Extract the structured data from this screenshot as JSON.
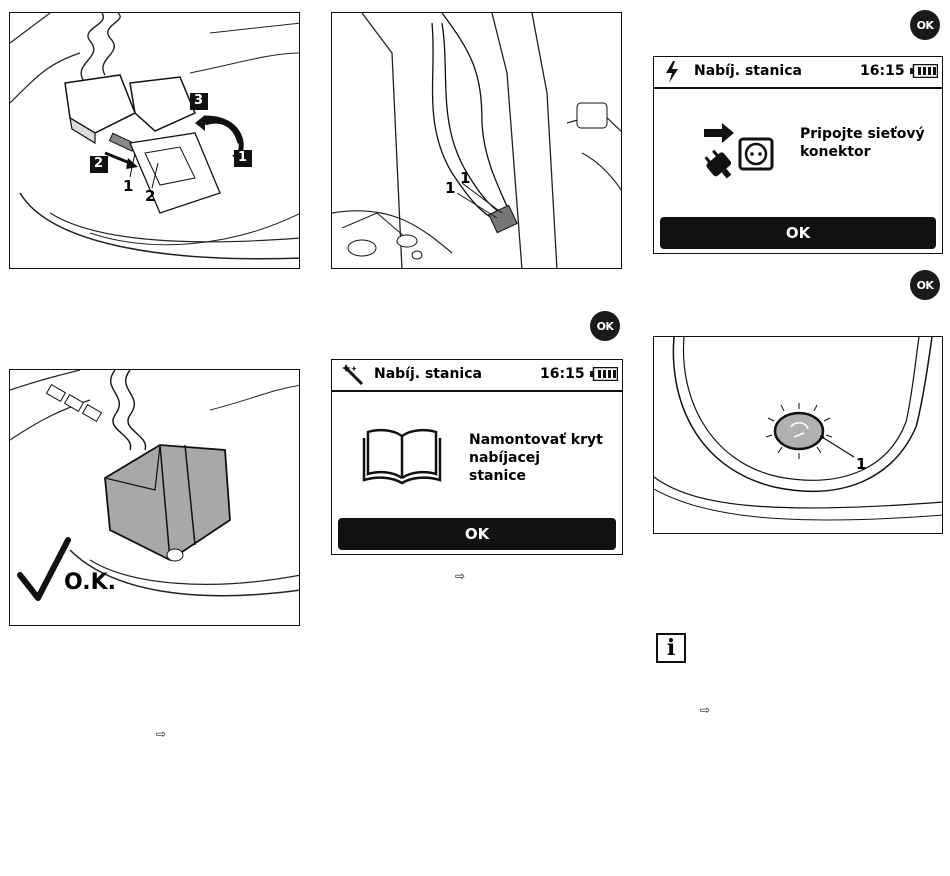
{
  "illustrations": {
    "plug_connect": {
      "callout_1": "1",
      "callout_2": "2",
      "step_1": "1",
      "step_2": "2",
      "step_3": "3"
    },
    "cable_route": {
      "callout_1": "1"
    },
    "ok_check": {
      "label": "O.K."
    },
    "led_detail": {
      "callout_1": "1"
    }
  },
  "badges": {
    "ok": "OK"
  },
  "screen_cover": {
    "title": "Nabíj. stanica",
    "time": "16:15",
    "message_line1": "Namontovať kryt",
    "message_line2": "nabíjacej",
    "message_line3": "stanice",
    "button": "OK",
    "icon": "magic-wand-icon"
  },
  "screen_power": {
    "title": "Nabíj. stanica",
    "time": "16:15",
    "message_line1": "Pripojte sieťový",
    "message_line2": "konektor",
    "button": "OK",
    "icon": "lightning-icon"
  },
  "references": {
    "ref_symbol": "⇨"
  }
}
